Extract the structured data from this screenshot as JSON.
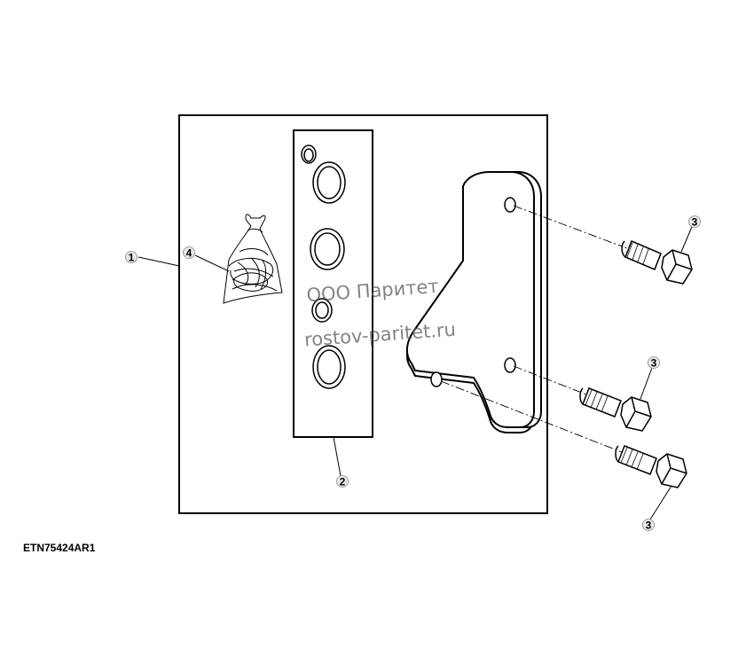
{
  "figure_id": "ETN75424AR1",
  "watermark": {
    "line1": "ООО Паритет",
    "line2": "rostov-paritet.ru"
  },
  "callouts": {
    "kit": "1",
    "seal_sheet": "2",
    "bolt_top": "3",
    "bolt_middle": "3",
    "bolt_bottom": "3",
    "hardware_bag": "4"
  }
}
